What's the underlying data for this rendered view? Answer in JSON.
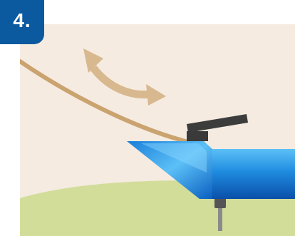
{
  "step": {
    "label": "4."
  },
  "colors": {
    "background": "#f5ebe1",
    "ground": "#d2dd9a",
    "cord": "#caa36f",
    "arrow": "#d8b88e",
    "body_light": "#4ab0f3",
    "body_dark": "#0a5fc0",
    "lever": "#3c3c3c",
    "pin": "#888888",
    "badge": "#0b5aa0"
  },
  "icons": {
    "motion_arrow": "double-headed-curved-arrow",
    "lever": "lever-handle",
    "pin": "metal-pin"
  }
}
